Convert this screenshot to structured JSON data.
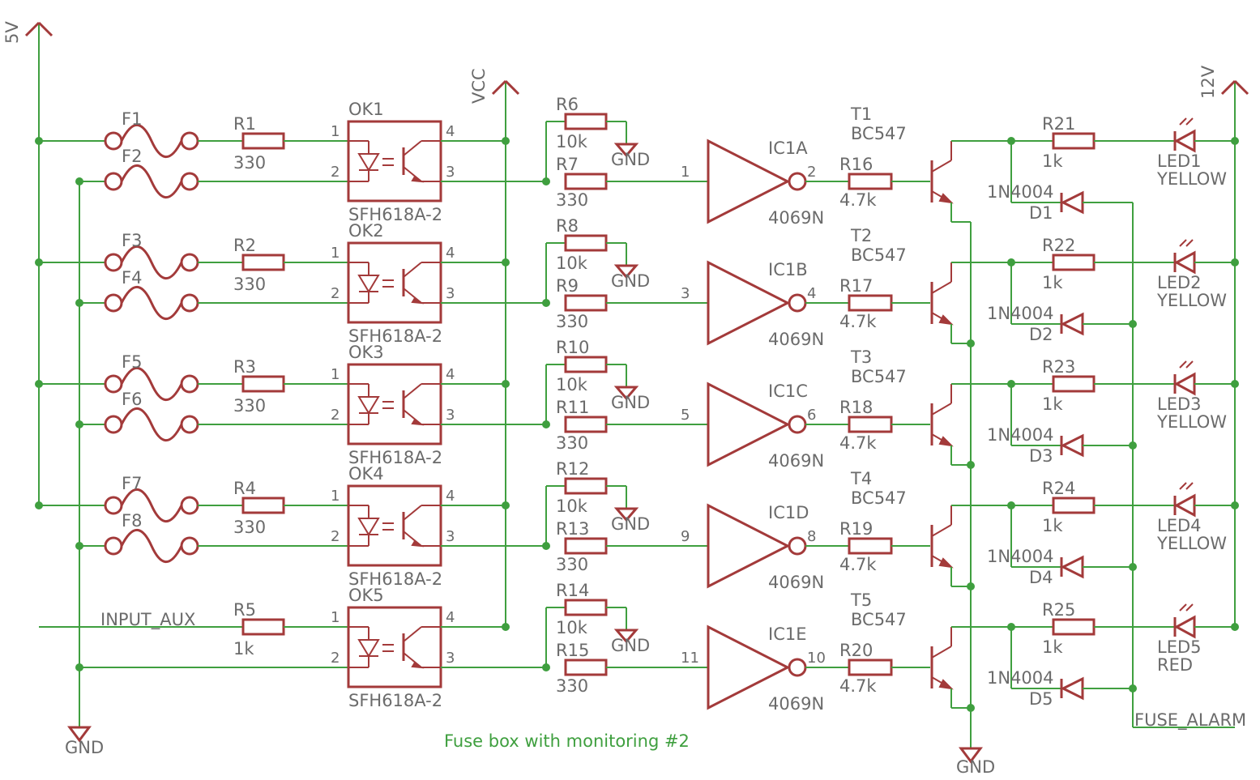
{
  "title": "Fuse box with monitoring #2",
  "supplies": {
    "v5": "5V",
    "vcc": "VCC",
    "v12": "12V",
    "gnd": "GND"
  },
  "input_aux": "INPUT_AUX",
  "fuse_alarm": "FUSE_ALARM",
  "optocoupler_part": "SFH618A-2",
  "inverter_part": "4069N",
  "transistor_part": "BC547",
  "diode_part": "1N4004",
  "pins": {
    "p1": "1",
    "p2": "2",
    "p3": "3",
    "p4": "4"
  },
  "channels": [
    {
      "fuse_a": "F1",
      "fuse_b": "F2",
      "r_in": "R1",
      "r_in_val": "330",
      "ok": "OK1",
      "r_pd": "R6",
      "r_pd_val": "10k",
      "r_ser": "R7",
      "r_ser_val": "330",
      "ic": "IC1A",
      "ic_in": "1",
      "ic_out": "2",
      "r_base": "R16",
      "r_base_val": "4.7k",
      "t": "T1",
      "r_led": "R21",
      "r_led_val": "1k",
      "diode": "D1",
      "led": "LED1",
      "led_color": "YELLOW"
    },
    {
      "fuse_a": "F3",
      "fuse_b": "F4",
      "r_in": "R2",
      "r_in_val": "330",
      "ok": "OK2",
      "r_pd": "R8",
      "r_pd_val": "10k",
      "r_ser": "R9",
      "r_ser_val": "330",
      "ic": "IC1B",
      "ic_in": "3",
      "ic_out": "4",
      "r_base": "R17",
      "r_base_val": "4.7k",
      "t": "T2",
      "r_led": "R22",
      "r_led_val": "1k",
      "diode": "D2",
      "led": "LED2",
      "led_color": "YELLOW"
    },
    {
      "fuse_a": "F5",
      "fuse_b": "F6",
      "r_in": "R3",
      "r_in_val": "330",
      "ok": "OK3",
      "r_pd": "R10",
      "r_pd_val": "10k",
      "r_ser": "R11",
      "r_ser_val": "330",
      "ic": "IC1C",
      "ic_in": "5",
      "ic_out": "6",
      "r_base": "R18",
      "r_base_val": "4.7k",
      "t": "T3",
      "r_led": "R23",
      "r_led_val": "1k",
      "diode": "D3",
      "led": "LED3",
      "led_color": "YELLOW"
    },
    {
      "fuse_a": "F7",
      "fuse_b": "F8",
      "r_in": "R4",
      "r_in_val": "330",
      "ok": "OK4",
      "r_pd": "R12",
      "r_pd_val": "10k",
      "r_ser": "R13",
      "r_ser_val": "330",
      "ic": "IC1D",
      "ic_in": "9",
      "ic_out": "8",
      "r_base": "R19",
      "r_base_val": "4.7k",
      "t": "T4",
      "r_led": "R24",
      "r_led_val": "1k",
      "diode": "D4",
      "led": "LED4",
      "led_color": "YELLOW"
    },
    {
      "fuse_a": "",
      "fuse_b": "",
      "r_in": "R5",
      "r_in_val": "1k",
      "ok": "OK5",
      "r_pd": "R14",
      "r_pd_val": "10k",
      "r_ser": "R15",
      "r_ser_val": "330",
      "ic": "IC1E",
      "ic_in": "11",
      "ic_out": "10",
      "r_base": "R20",
      "r_base_val": "4.7k",
      "t": "T5",
      "r_led": "R25",
      "r_led_val": "1k",
      "diode": "D5",
      "led": "LED5",
      "led_color": "RED"
    }
  ],
  "colors": {
    "wire": "#3f9f3f",
    "symbol": "#a33a3a",
    "label": "#6b6b6b"
  }
}
